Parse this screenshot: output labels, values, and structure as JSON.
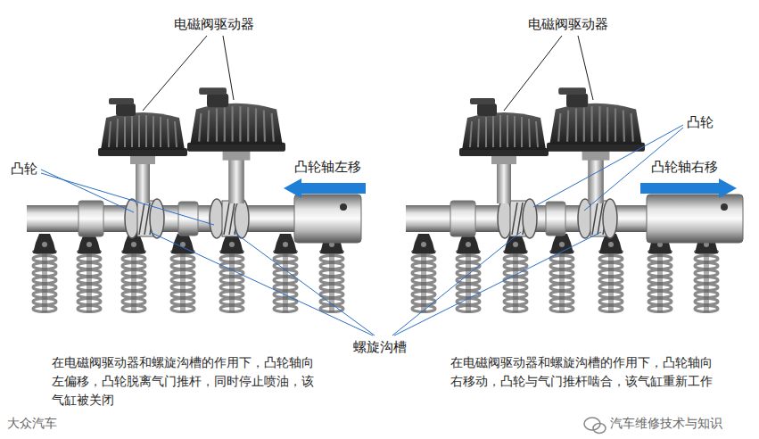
{
  "diagram": {
    "labels": [
      "电磁阀驱动器",
      "电磁阀驱动器",
      "凸轮",
      "凸轮轴左移",
      "凸轮",
      "凸轮轴右移",
      "螺旋沟槽",
      "在电磁阀驱动器和螺旋沟槽的作用下，凸轮轴向左偏移，凸轮脱离气门推杆，同时停止喷油，该气缸被关闭",
      "在电磁阀驱动器和螺旋沟槽的作用下，凸轮轴向右移动，凸轮与气门推杆啮合，该气缸重新工作",
      "大众汽车",
      "汽车维修技术与知识"
    ]
  }
}
